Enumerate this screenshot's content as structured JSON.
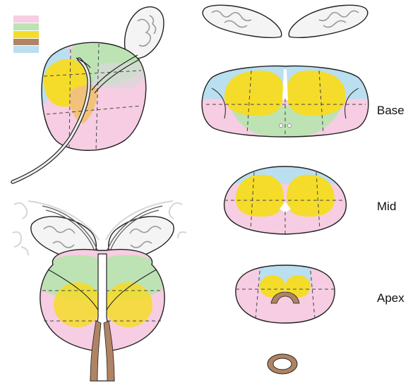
{
  "colors": {
    "peripheral_zone": "#f6cde2",
    "transition_zone": "#f5dc2a",
    "central_zone": "#bde3b4",
    "anterior_fibromuscular_stroma": "#b9dff0",
    "urethra_sphincter": "#b08363",
    "ejaculatory_duct_overlap": "#f2c27a",
    "outline": "#222222",
    "seminal_vesicle_fill": "#f1f1f1"
  },
  "legend": {
    "swatches": [
      {
        "color": "#f6cde2"
      },
      {
        "color": "#bde3b4"
      },
      {
        "color": "#f5dc2a"
      },
      {
        "color": "#b08363"
      },
      {
        "color": "#b9dff0"
      }
    ]
  },
  "levels": {
    "base": "Base",
    "mid": "Mid",
    "apex": "Apex"
  }
}
